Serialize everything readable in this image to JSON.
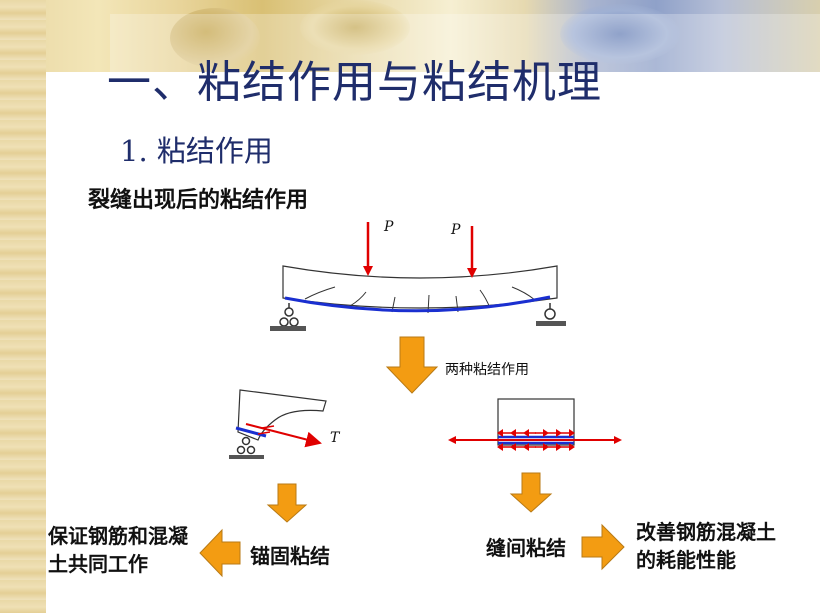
{
  "title": "一、粘结作用与粘结机理",
  "subtitle": "1. 粘结作用",
  "caption": "裂缝出现后的粘结作用",
  "diagram": {
    "load_left": "P",
    "load_right": "P",
    "tension": "T",
    "two_types": "两种粘结作用",
    "anchorage": "锚固粘结",
    "anchorage_effect": "保证钢筋和混凝土共同工作",
    "crack_bond": "缝间粘结",
    "crack_bond_effect": "改善钢筋混凝土的耗能性能"
  },
  "colors": {
    "title": "#1f2d6b",
    "arrow_fill": "#f39c12",
    "rebar": "#1a2fd0",
    "force": "#e00000"
  }
}
